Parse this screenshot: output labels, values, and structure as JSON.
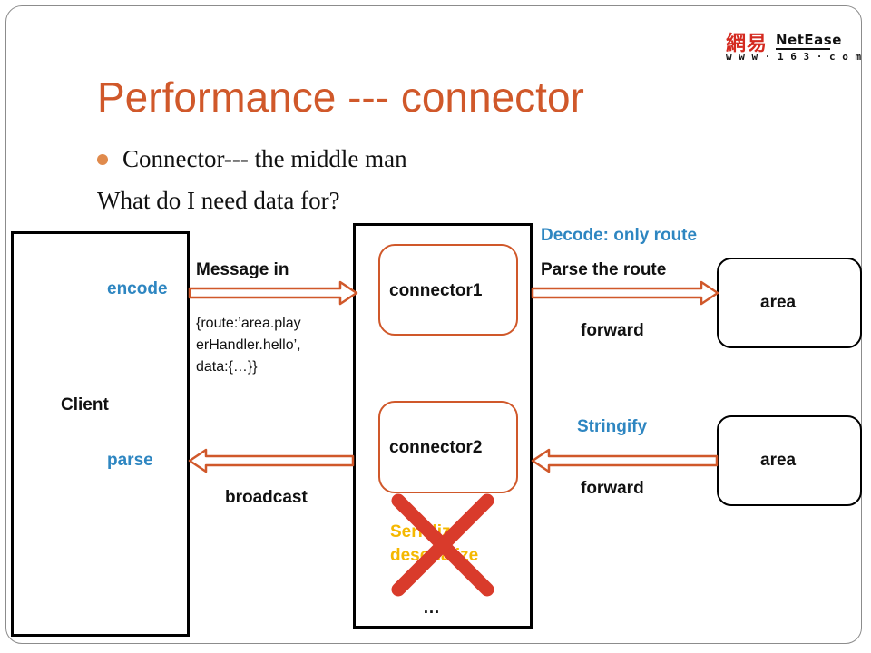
{
  "logo": {
    "chinese": "網易",
    "brand": "NetEase",
    "url": "w w w · 1 6 3 · c o m"
  },
  "title": "Performance --- connector",
  "bullet": "Connector--- the middle man",
  "question": "What do I need data for?",
  "diagram": {
    "client_label": "Client",
    "encode_label": "encode",
    "parse_label": "parse",
    "message_in_label": "Message in",
    "payload_lines": [
      "{route:’area.play",
      "erHandler.hello’,",
      "data:{…}}"
    ],
    "broadcast_label": "broadcast",
    "connector1_label": "connector1",
    "connector2_label": "connector2",
    "ellipsis": "…",
    "decode_label": "Decode: only route",
    "parse_route_label": "Parse the route",
    "forward_top_label": "forward",
    "stringify_label": "Stringify",
    "forward_bottom_label": "forward",
    "area_top_label": "area",
    "area_bottom_label": "area",
    "serialize_line1": "Serialize",
    "serialize_line2": "deserialize"
  },
  "colors": {
    "title": "#d0582a",
    "arrow": "#d0582a",
    "blue_text": "#2e86c1",
    "yellow_text": "#f5b800",
    "cross": "#d93b2b"
  },
  "icons": {
    "cross": "red-x-cross-icon",
    "bullet": "bullet-dot-icon"
  }
}
